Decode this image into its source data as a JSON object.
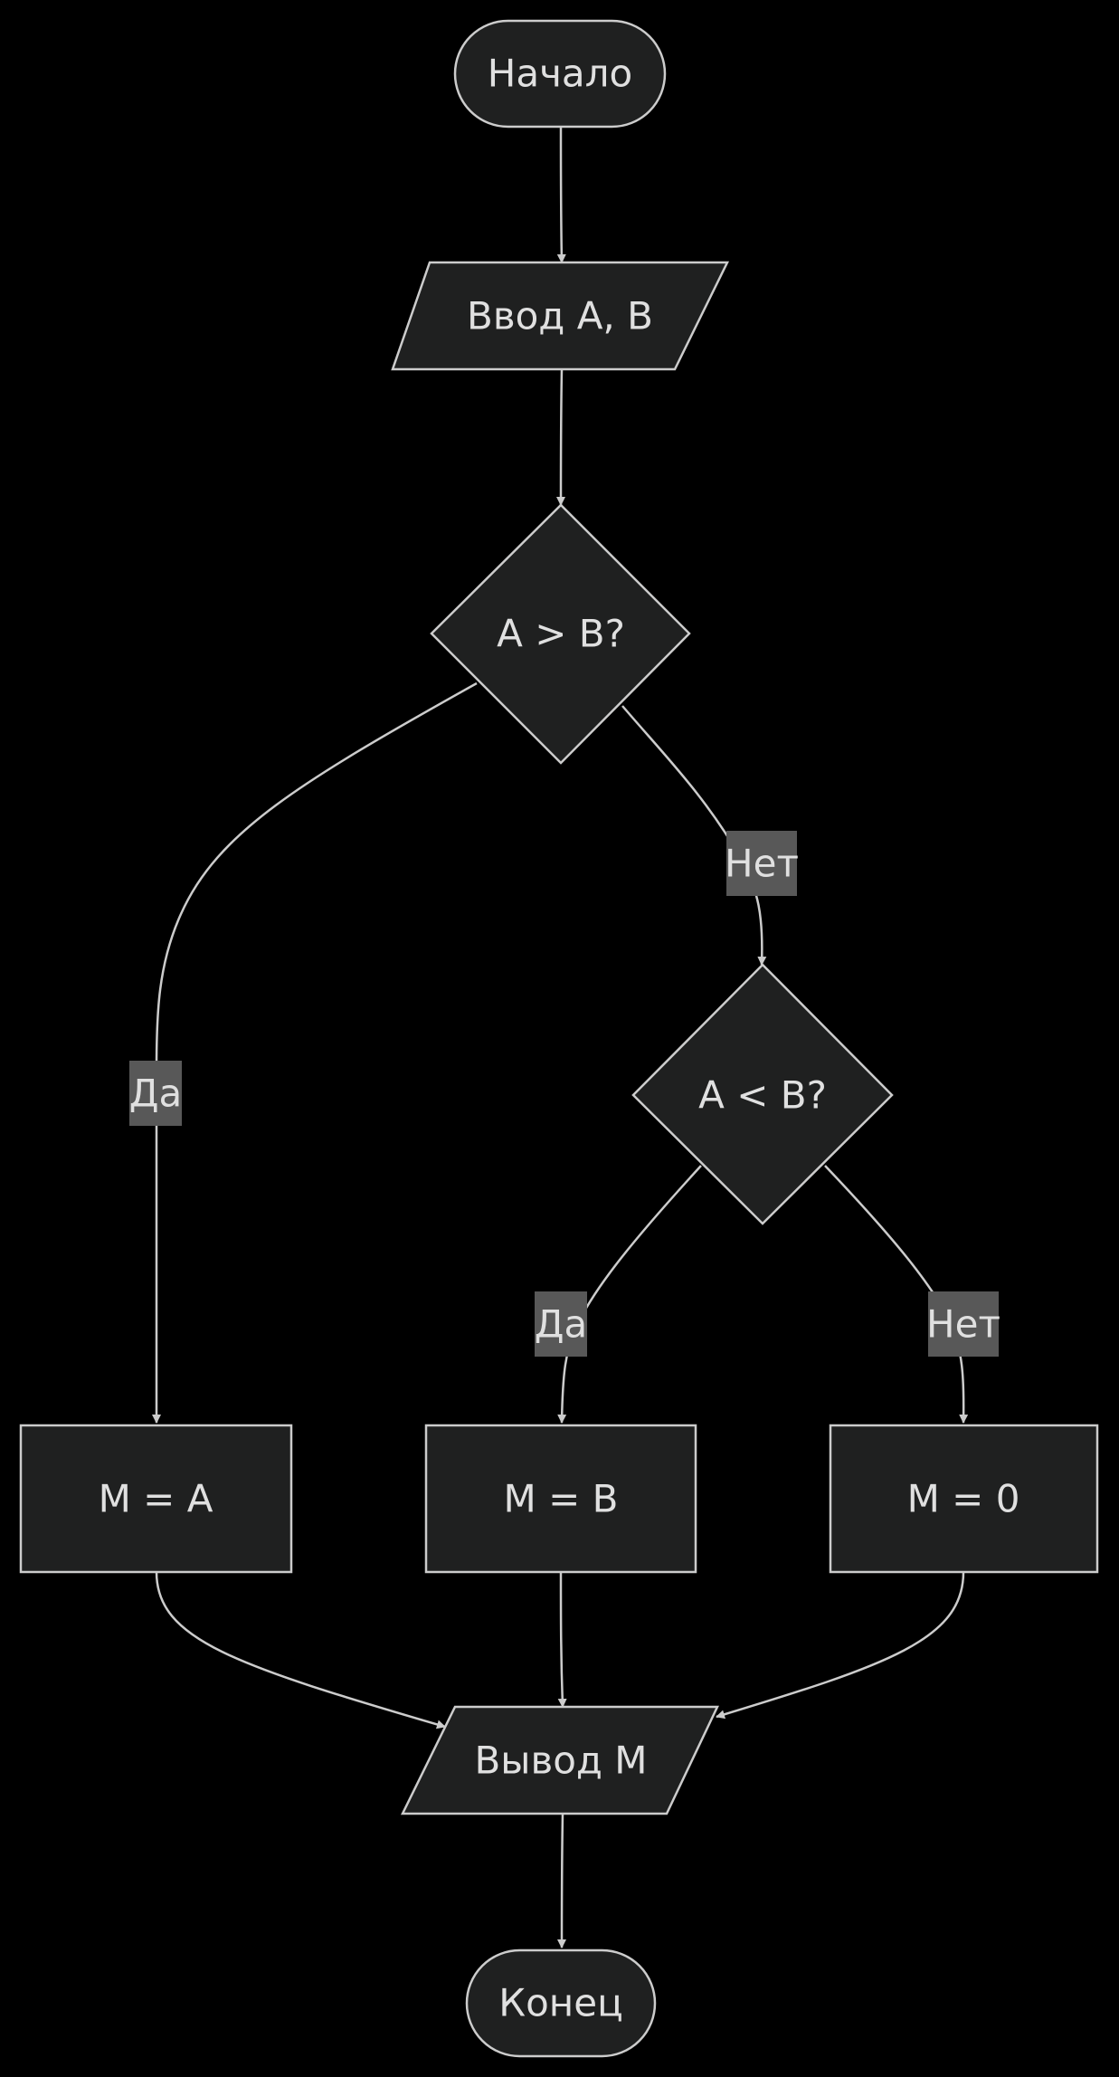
{
  "nodes": {
    "start": "Начало",
    "input": "Ввод A, B",
    "decision1": "A > B?",
    "decision2": "A < B?",
    "assign_a": "M = A",
    "assign_b": "M = B",
    "assign_zero": "M = 0",
    "output": "Вывод M",
    "end": "Конец"
  },
  "edges": {
    "d1_yes": "Да",
    "d1_no": "Нет",
    "d2_yes": "Да",
    "d2_no": "Нет"
  },
  "colors": {
    "background": "#000000",
    "node_fill": "#1f2020",
    "stroke": "#cccccc",
    "text": "#e0e0e0",
    "label_background": "#585858"
  }
}
